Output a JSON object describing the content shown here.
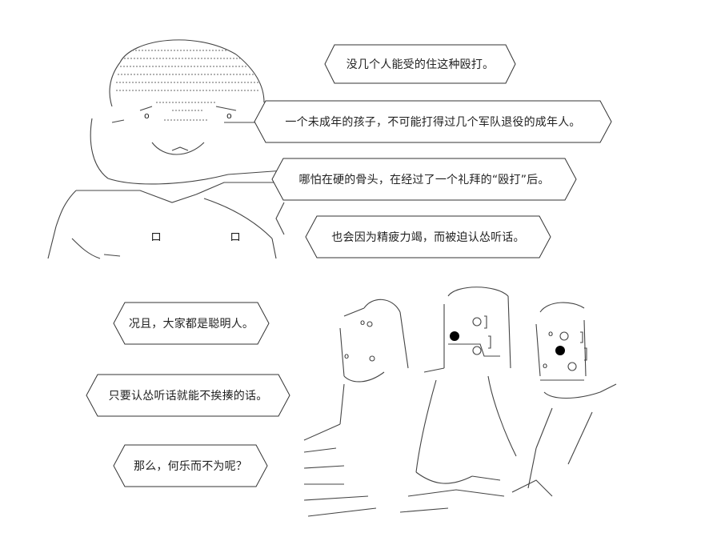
{
  "bubbles": [
    {
      "text": "没几个人能受的住这种殴打。"
    },
    {
      "text": "一个未成年的孩子，不可能打得过几个军队退役的成年人。"
    },
    {
      "text": "哪怕在硬的骨头，在经过了一个礼拜的“殴打”后。"
    },
    {
      "text": "也会因为精疲力竭，而被迫认怂听话。"
    },
    {
      "text": "况且，大家都是聪明人。"
    },
    {
      "text": "只要认怂听话就能不挨揍的话。"
    },
    {
      "text": "那么，何乐而不为呢？"
    }
  ],
  "art": {
    "figure_top": {
      "marks": [
        "o",
        "o",
        "ロ",
        "ロ"
      ]
    },
    "figure_bottom": {
      "marks": [
        "o",
        "o",
        "o",
        "o"
      ]
    }
  }
}
